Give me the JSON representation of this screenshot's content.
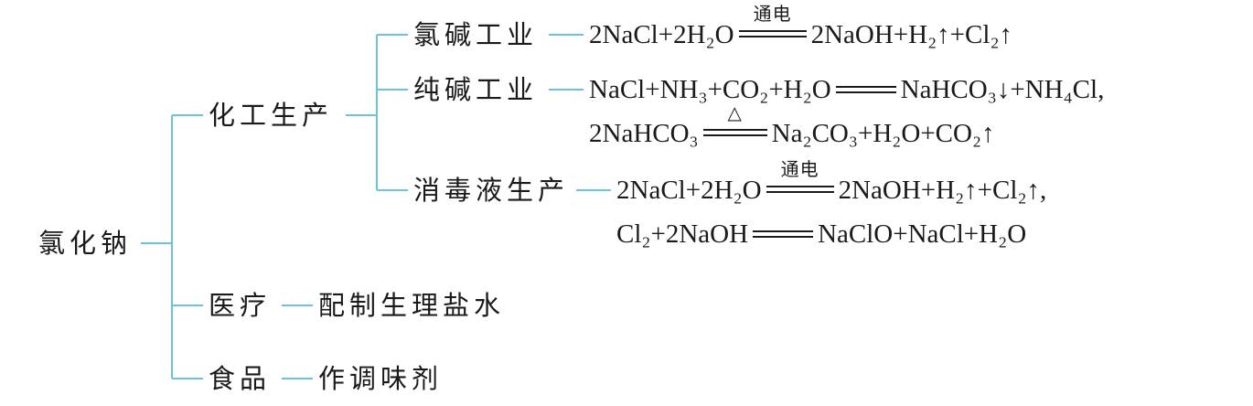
{
  "diagram": {
    "root": "氯化钠",
    "branches": {
      "chemical": {
        "label": "化工生产",
        "subs": {
          "chloralkali": {
            "label": "氯碱工业",
            "eq1": {
              "reactant": "2NaCl+2H₂O",
              "condition": "通电",
              "product": "2NaOH+H₂↑+Cl₂↑"
            }
          },
          "soda": {
            "label": "纯碱工业",
            "eq1": {
              "reactant": "NaCl+NH₃+CO₂+H₂O",
              "product": "NaHCO₃↓+NH₄Cl,"
            },
            "eq2": {
              "reactant": "2NaHCO₃",
              "condition": "△",
              "product": "Na₂CO₃+H₂O+CO₂↑"
            }
          },
          "disinfectant": {
            "label": "消毒液生产",
            "eq1": {
              "reactant": "2NaCl+2H₂O",
              "condition": "通电",
              "product": "2NaOH+H₂↑+Cl₂↑,"
            },
            "eq2": {
              "reactant": "Cl₂+2NaOH",
              "product": "NaClO+NaCl+H₂O"
            }
          }
        }
      },
      "medical": {
        "label": "医疗",
        "use": "配制生理盐水"
      },
      "food": {
        "label": "食品",
        "use": "作调味剂"
      }
    }
  }
}
